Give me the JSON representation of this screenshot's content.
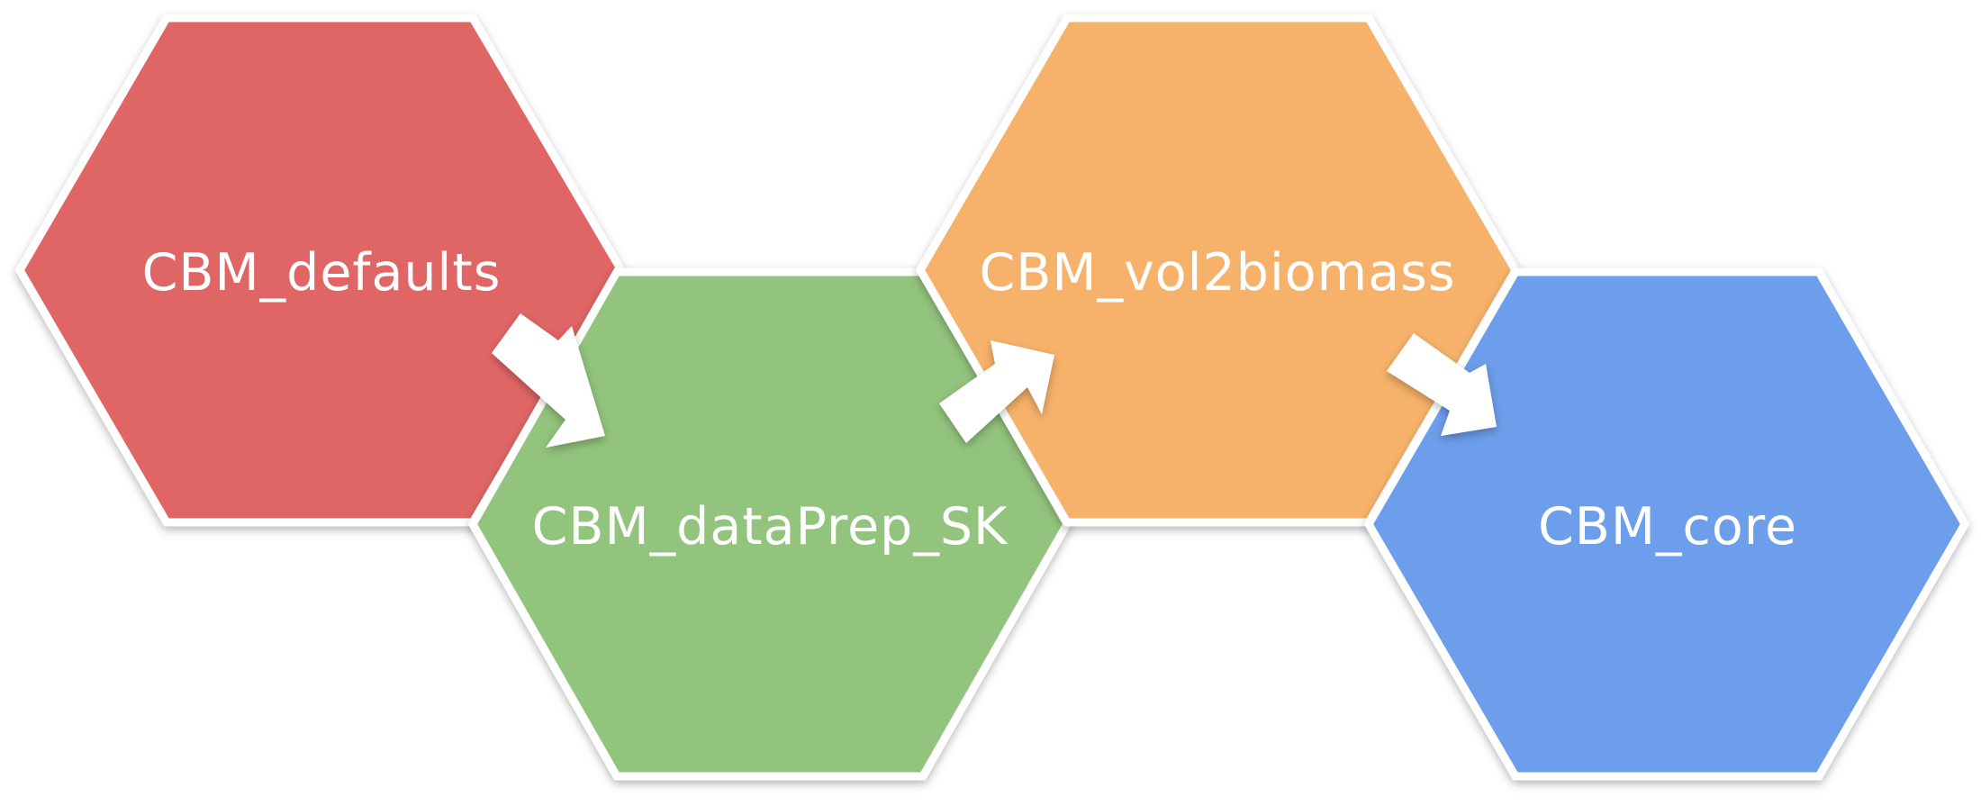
{
  "diagram": {
    "nodes": [
      {
        "id": "defaults",
        "label": "CBM_defaults",
        "color": "#e06666"
      },
      {
        "id": "dataprep",
        "label": "CBM_dataPrep_SK",
        "color": "#93c47d"
      },
      {
        "id": "vol2biomass",
        "label": "CBM_vol2biomass",
        "color": "#f6b26b"
      },
      {
        "id": "core",
        "label": "CBM_core",
        "color": "#6d9eeb"
      }
    ],
    "edges": [
      {
        "from": "defaults",
        "to": "dataprep"
      },
      {
        "from": "dataprep",
        "to": "vol2biomass"
      },
      {
        "from": "vol2biomass",
        "to": "core"
      }
    ],
    "outline_color": "#ffffff",
    "arrow_color": "#ffffff"
  }
}
